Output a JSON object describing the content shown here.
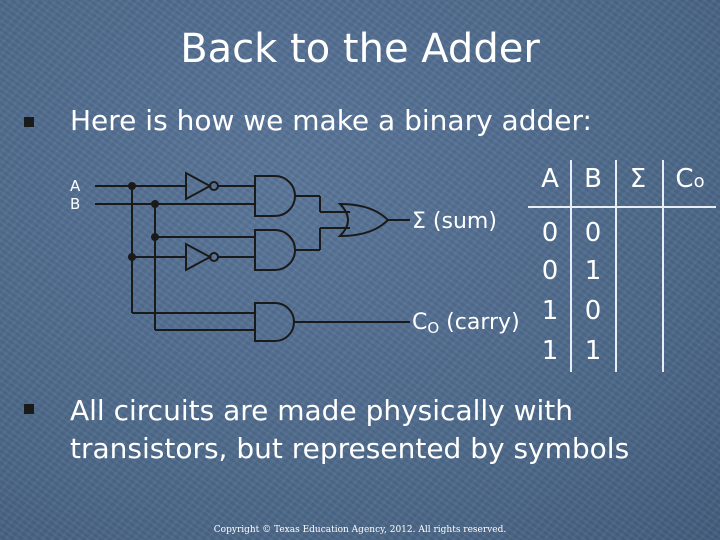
{
  "slide": {
    "title": "Back to the Adder",
    "bullet1": "Here is how we make a binary adder:",
    "bullet2": "All circuits are made physically with transistors, but represented by symbols",
    "copyright": "Copyright © Texas Education Agency, 2012. All rights reserved."
  },
  "circuit": {
    "input_a": "A",
    "input_b": "B",
    "sum_label": "Σ (sum)",
    "carry_label_main": "C",
    "carry_label_sub": "O",
    "carry_label_rest": " (carry)"
  },
  "truth_table": {
    "headers": [
      "A",
      "B",
      "Σ",
      "C",
      "o"
    ],
    "rows": [
      [
        "0",
        "0"
      ],
      [
        "0",
        "1"
      ],
      [
        "1",
        "0"
      ],
      [
        "1",
        "1"
      ]
    ]
  }
}
